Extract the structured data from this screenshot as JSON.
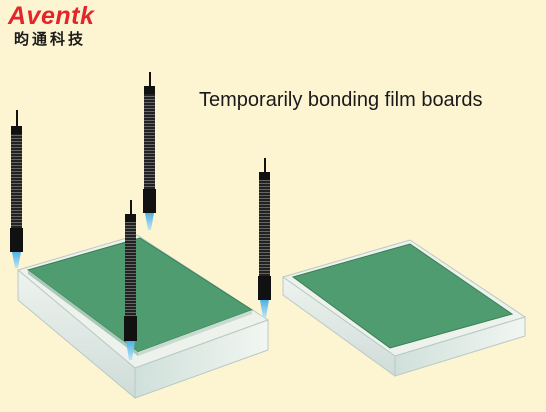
{
  "logo": {
    "wordmark": "Aventk",
    "chinese_name": "昀通科技",
    "color": "#e2262a"
  },
  "caption": "Temporarily bonding film boards",
  "colors": {
    "background": "#fdf5d2",
    "film_green": "#4e9c6f",
    "glass": "#dfe9e6",
    "dispenser": "#111111",
    "adhesive": "#6fc3e8"
  }
}
